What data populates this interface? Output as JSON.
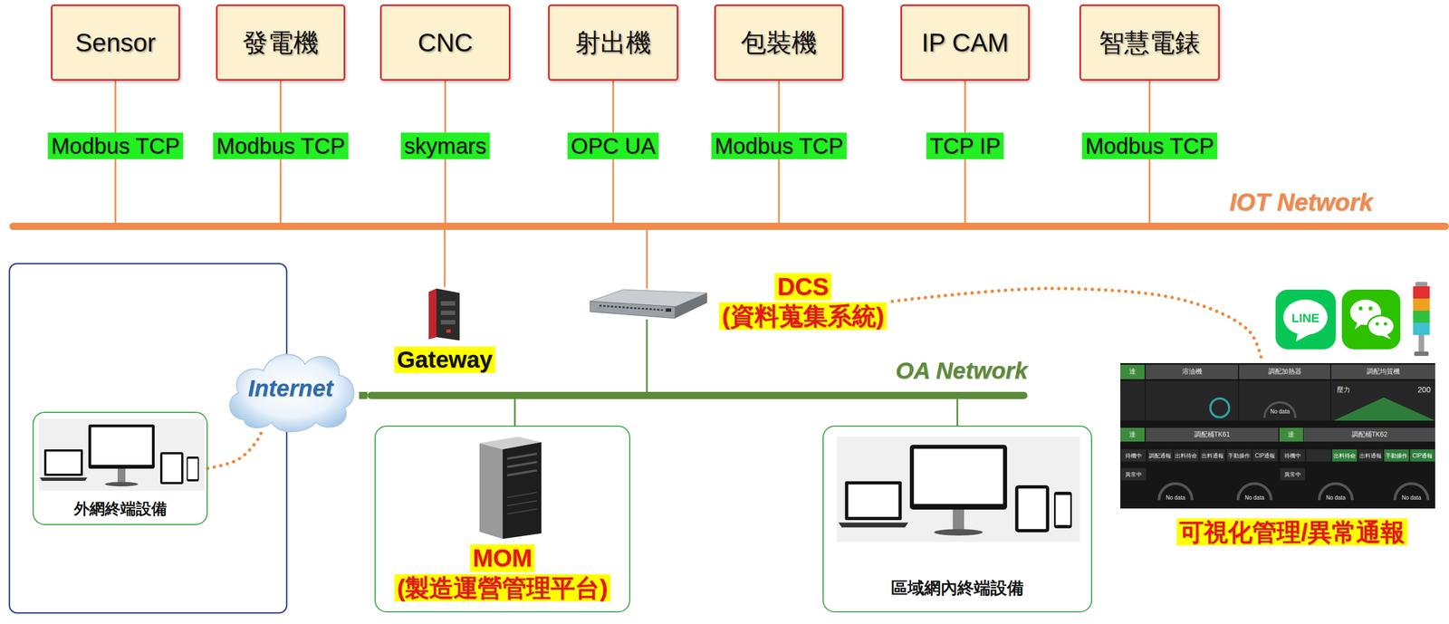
{
  "diagram": {
    "nodes": [
      {
        "text": [
          "Sensor"
        ]
      },
      {
        "text": [
          "發電機"
        ]
      },
      {
        "text": [
          "CNC"
        ]
      },
      {
        "text": [
          "射出機"
        ]
      },
      {
        "text": [
          "包裝機"
        ]
      },
      {
        "text": [
          "IP CAM"
        ]
      },
      {
        "text": [
          "智慧電錶"
        ]
      },
      {
        "text": [
          "IOT Network"
        ]
      },
      {
        "text": [
          "Gateway"
        ]
      },
      {
        "text": [
          "DCS",
          "(資料蒐集系統)"
        ]
      },
      {
        "text": [
          "OA Network"
        ]
      },
      {
        "text": [
          "Internet"
        ]
      },
      {
        "text": [
          "外網終端設備"
        ]
      },
      {
        "text": [
          "MOM",
          "(製造運營管理平台)"
        ]
      },
      {
        "text": [
          "區域網內終端設備"
        ]
      },
      {
        "text": [
          "可視化管理/異常通報"
        ]
      }
    ],
    "edges": [
      {
        "from": 0,
        "to": 7,
        "arrow": "none",
        "label": "Modbus TCP"
      },
      {
        "from": 1,
        "to": 7,
        "arrow": "none",
        "label": "Modbus TCP"
      },
      {
        "from": 2,
        "to": 7,
        "arrow": "none",
        "label": "skymars"
      },
      {
        "from": 3,
        "to": 7,
        "arrow": "none",
        "label": "OPC UA"
      },
      {
        "from": 4,
        "to": 7,
        "arrow": "none",
        "label": "Modbus TCP"
      },
      {
        "from": 5,
        "to": 7,
        "arrow": "none",
        "label": "TCP IP"
      },
      {
        "from": 6,
        "to": 7,
        "arrow": "none",
        "label": "Modbus TCP"
      },
      {
        "from": 7,
        "to": 8,
        "arrow": "none"
      },
      {
        "from": 7,
        "to": 9,
        "arrow": "none"
      },
      {
        "from": 9,
        "to": 10,
        "arrow": "none"
      },
      {
        "from": 10,
        "to": 11,
        "arrow": "none"
      },
      {
        "from": 10,
        "to": 13,
        "arrow": "none"
      },
      {
        "from": 10,
        "to": 14,
        "arrow": "none"
      },
      {
        "from": 12,
        "to": 11,
        "arrow": "none"
      },
      {
        "from": 9,
        "to": 15,
        "arrow": "none"
      }
    ],
    "labels": [
      "LINE",
      "達",
      "溶油機",
      "調配加熱器",
      "調配均質機",
      "壓力",
      "200",
      "達",
      "調配桶TK61",
      "達",
      "調配桶TK62",
      "待機中",
      "調配通報",
      "出料待命",
      "出料通報",
      "手動操作",
      "CIP通報",
      "異常中",
      "待機中",
      "出料待命",
      "出料通報",
      "手動操作",
      "CIP通報",
      "異常中",
      "No data",
      "No data",
      "No data",
      "No data",
      "No data"
    ]
  }
}
